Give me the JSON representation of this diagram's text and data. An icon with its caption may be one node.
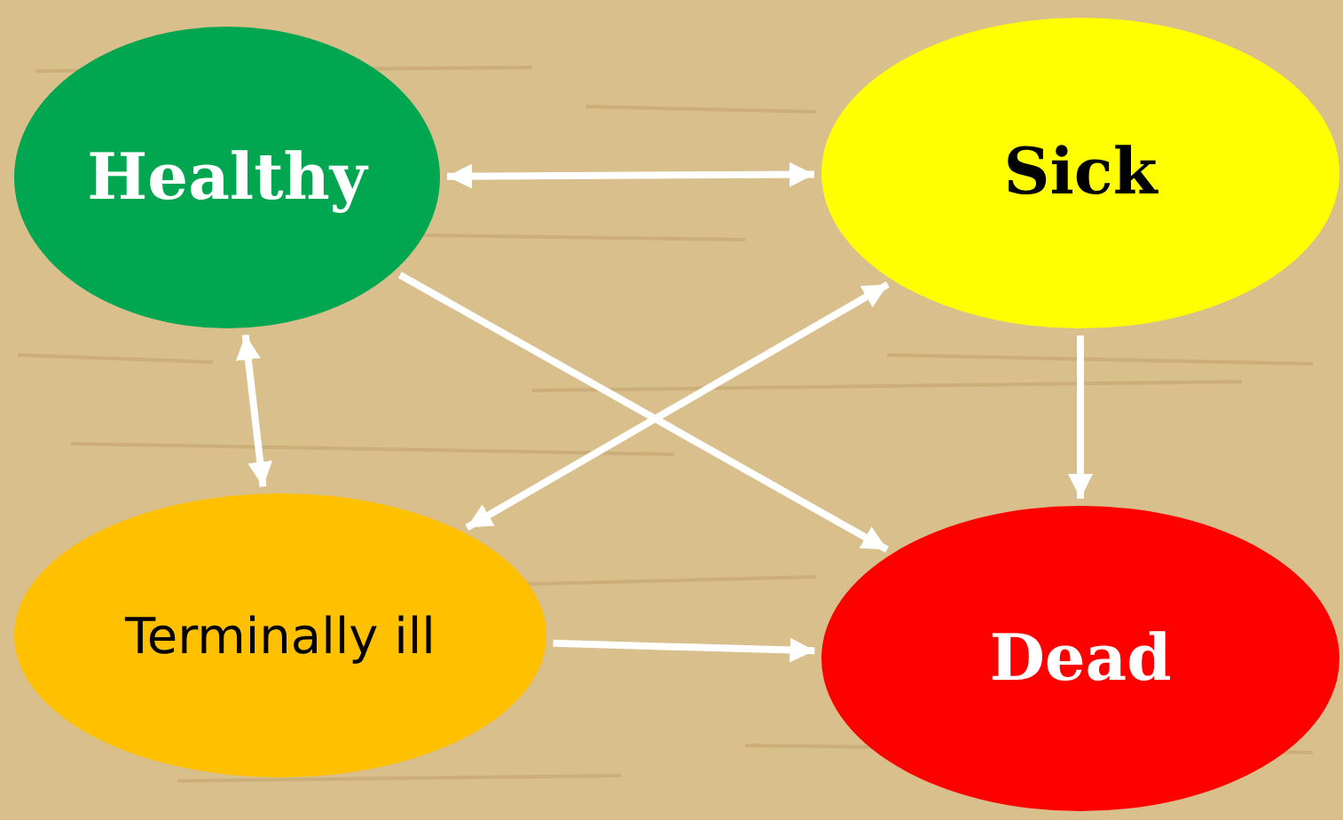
{
  "diagram": {
    "nodes": [
      {
        "text": [
          "Healthy"
        ]
      },
      {
        "text": [
          "Sick"
        ]
      },
      {
        "text": [
          "Terminally ill"
        ]
      },
      {
        "text": [
          "Dead"
        ]
      }
    ],
    "edges": [
      {
        "from": 0,
        "to": 1,
        "arrow": "both"
      },
      {
        "from": 0,
        "to": 3,
        "arrow": "to"
      },
      {
        "from": 0,
        "to": 2,
        "arrow": "both"
      },
      {
        "from": 1,
        "to": 2,
        "arrow": "both"
      },
      {
        "from": 1,
        "to": 3,
        "arrow": "to"
      },
      {
        "from": 2,
        "to": 3,
        "arrow": "to"
      }
    ]
  }
}
